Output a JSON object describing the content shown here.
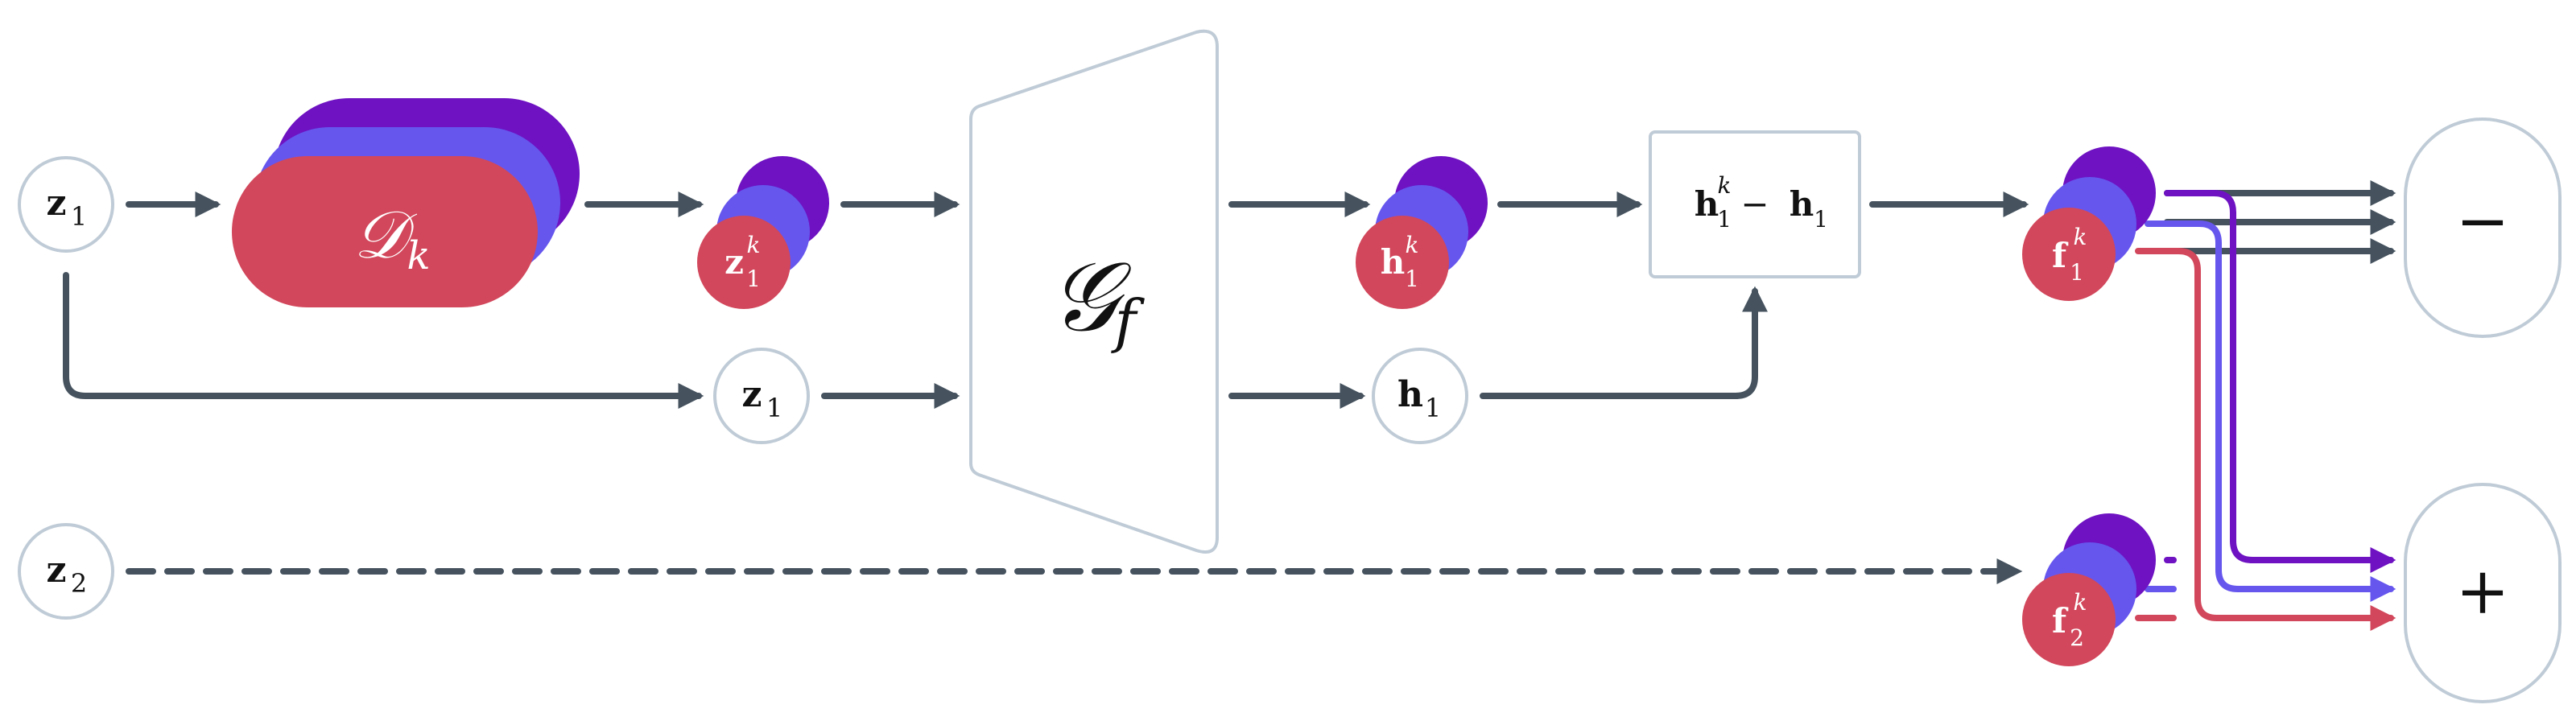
{
  "nodes": {
    "z1_in": {
      "main": "z",
      "sub": "1",
      "sup": ""
    },
    "z2_in": {
      "main": "z",
      "sub": "2",
      "sup": ""
    },
    "D": {
      "main": "𝒟",
      "sub": "k"
    },
    "z1k": {
      "main": "z",
      "sub": "1",
      "sup": "k"
    },
    "z1_mid": {
      "main": "z",
      "sub": "1",
      "sup": ""
    },
    "G": {
      "main": "𝒢",
      "sub": "f"
    },
    "h1k": {
      "main": "h",
      "sub": "1",
      "sup": "k"
    },
    "h1": {
      "main": "h",
      "sub": "1",
      "sup": ""
    },
    "diff": {
      "a_main": "h",
      "a_sub": "1",
      "a_sup": "k",
      "op": "−",
      "b_main": "h",
      "b_sub": "1"
    },
    "f1k": {
      "main": "f",
      "sub": "1",
      "sup": "k"
    },
    "f2k": {
      "main": "f",
      "sub": "2",
      "sup": "k"
    },
    "minus": "−",
    "plus": "+"
  },
  "colors": {
    "purple": "#6E12C2",
    "blue": "#6656EE",
    "red": "#D2475B",
    "edge": "#46535F",
    "outline": "#BFCBD6"
  }
}
